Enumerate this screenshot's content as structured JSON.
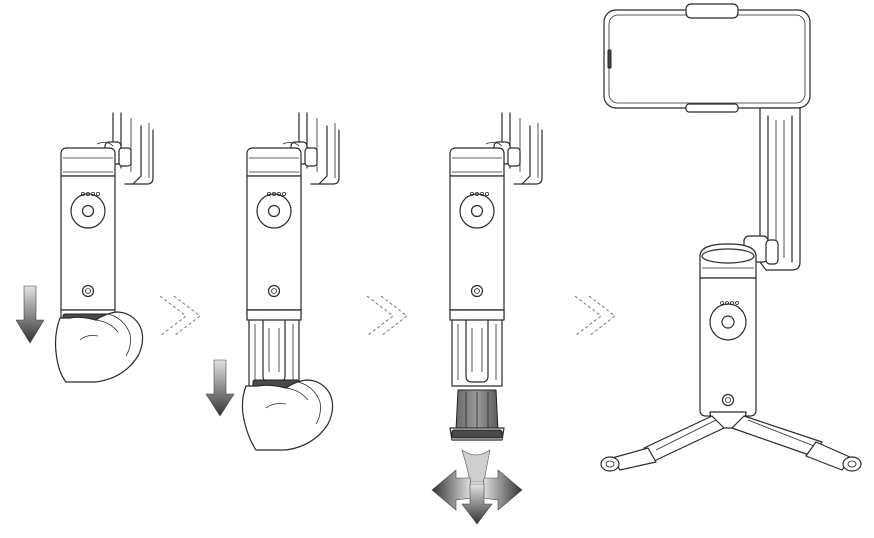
{
  "diagram": {
    "steps": [
      {
        "id": "step-1",
        "action": "pull-down-handle-cover"
      },
      {
        "id": "step-2",
        "action": "pull-down-tripod-sleeve"
      },
      {
        "id": "step-3",
        "action": "spread-tripod-legs"
      },
      {
        "id": "step-4",
        "action": "gimbal-standing-on-tripod"
      }
    ],
    "separators": [
      "double-chevron-right-icon",
      "double-chevron-right-icon",
      "double-chevron-right-icon"
    ],
    "colors": {
      "line": "#2a2a2a",
      "arrow_dark": "#3a3a3a",
      "arrow_light": "#d8d8d8",
      "grip_dark": "#4a4a4a",
      "background": "#ffffff"
    }
  }
}
